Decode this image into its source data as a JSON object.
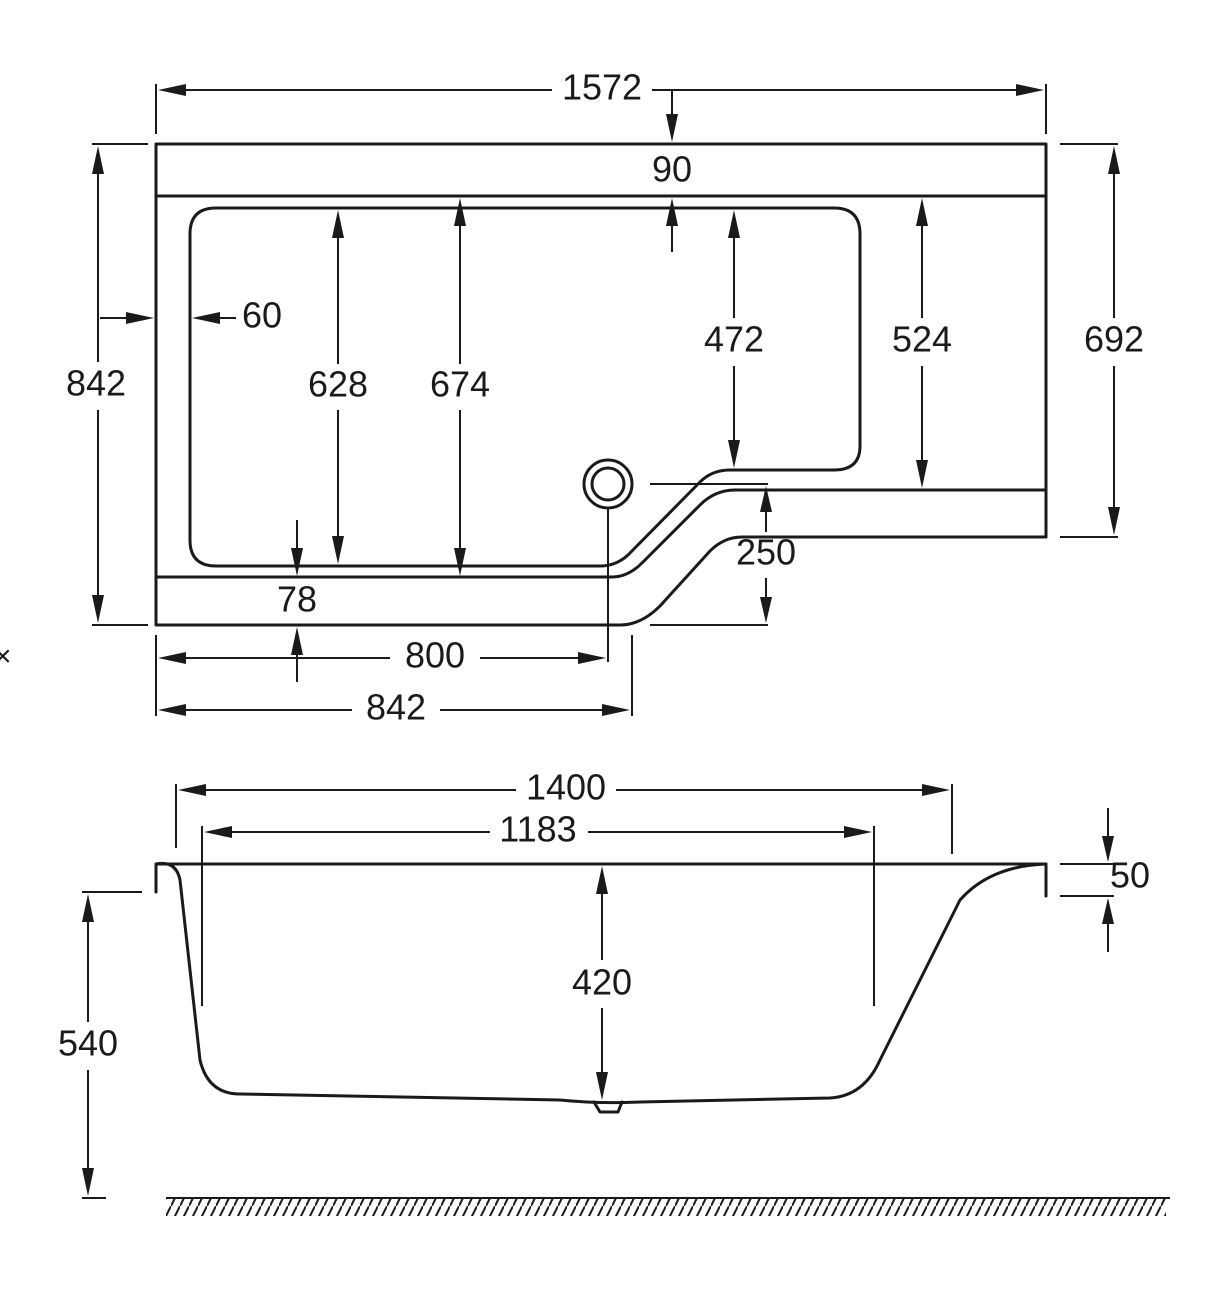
{
  "plan_view": {
    "overall_length": "1572",
    "overall_width": "842",
    "narrow_width": "692",
    "rim_back": "90",
    "rim_side": "60",
    "rim_front": "78",
    "inner_width_narrow": "628",
    "inner_width_wide": "674",
    "inner_width_shower": "472",
    "width_beyond_step": "524",
    "step_depth": "250",
    "waste_offset": "800",
    "wide_section_length": "842"
  },
  "side_view": {
    "top_length": "1400",
    "bottom_length": "1183",
    "rim_thickness": "50",
    "internal_depth": "420",
    "total_height": "540"
  },
  "left_edge_mark": "×"
}
